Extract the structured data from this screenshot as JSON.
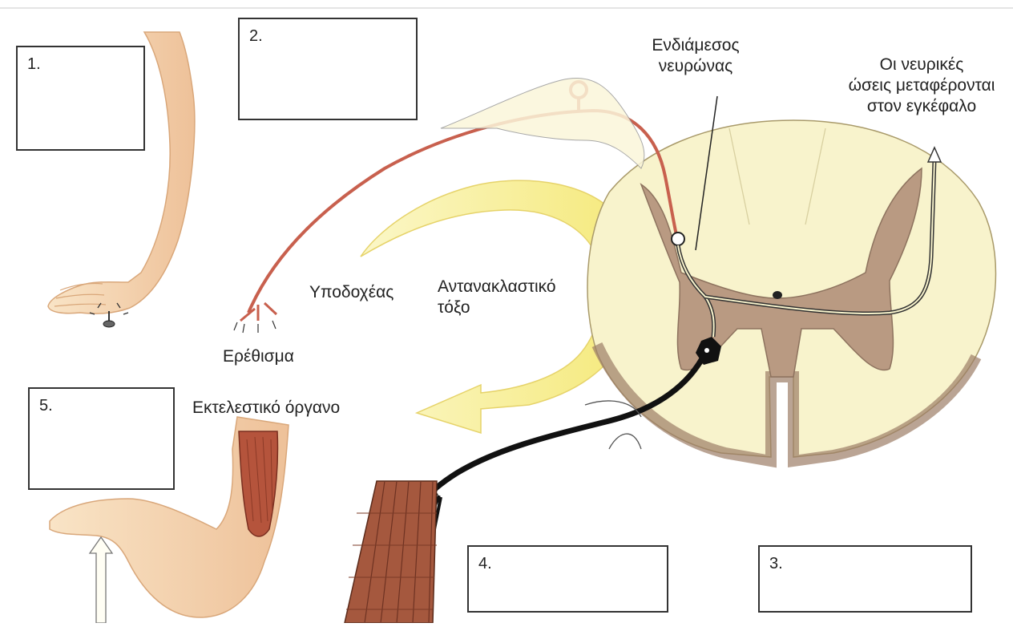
{
  "labels": {
    "interneuron": [
      "Ενδιάμεσος",
      "νευρώνας"
    ],
    "brain_signal": [
      "Οι νευρικές",
      "ώσεις μεταφέρονται",
      "στον εγκέφαλο"
    ],
    "receptor": "Υποδοχέας",
    "reflex_arc": [
      "Αντανακλαστικό",
      "τόξο"
    ],
    "stimulus": "Ερέθισμα",
    "effector": "Εκτελεστικό όργανο"
  },
  "boxes": [
    {
      "id": "box-1",
      "number": "1."
    },
    {
      "id": "box-2",
      "number": "2."
    },
    {
      "id": "box-3",
      "number": "3."
    },
    {
      "id": "box-4",
      "number": "4."
    },
    {
      "id": "box-5",
      "number": "5."
    }
  ],
  "colors": {
    "skin": "#f6dcb8",
    "skin_shadow": "#e9b98a",
    "cord_white": "#faf5cf",
    "cord_gray": "#b79a82",
    "sensory_nerve": "#c8604e",
    "motor_nerve": "#111111",
    "arc_arrow": "#f8f09c",
    "muscle": "#b5543c"
  }
}
